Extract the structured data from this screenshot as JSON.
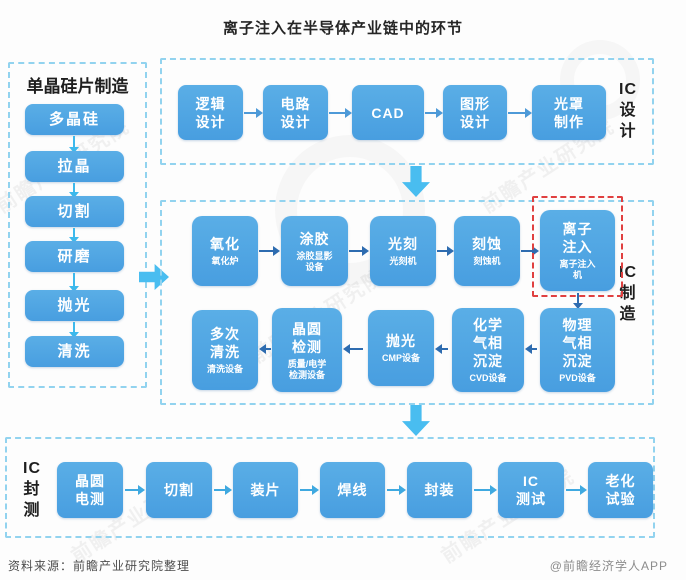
{
  "title": "离子注入在半导体产业链中的环节",
  "watermark": "前瞻产业研究院",
  "colors": {
    "box_blue": "#4da3e2",
    "section_border": "#92d3ef",
    "highlight_red": "#e04040",
    "block_arrow": "#49bdf0"
  },
  "sections": {
    "wafer": {
      "label": "单晶硅片制造",
      "steps": [
        "多晶硅",
        "拉晶",
        "切割",
        "研磨",
        "抛光",
        "清洗"
      ]
    },
    "design": {
      "label": "IC\n设\n计",
      "steps": [
        "逻辑\n设计",
        "电路\n设计",
        "CAD",
        "图形\n设计",
        "光罩\n制作"
      ]
    },
    "manufacturing": {
      "label": "IC\n制\n造",
      "row1": [
        {
          "name": "氧化",
          "equipment": "氧化炉"
        },
        {
          "name": "涂胶",
          "equipment": "涂胶显影\n设备"
        },
        {
          "name": "光刻",
          "equipment": "光刻机"
        },
        {
          "name": "刻蚀",
          "equipment": "刻蚀机"
        },
        {
          "name": "离子\n注入",
          "equipment": "离子注入\n机"
        }
      ],
      "row2": [
        {
          "name": "多次\n清洗",
          "equipment": "清洗设备"
        },
        {
          "name": "晶圆\n检测",
          "equipment": "质量/电学\n检测设备"
        },
        {
          "name": "抛光",
          "equipment": "CMP设备"
        },
        {
          "name": "化学\n气相\n沉淀",
          "equipment": "CVD设备"
        },
        {
          "name": "物理\n气相\n沉淀",
          "equipment": "PVD设备"
        }
      ]
    },
    "packaging": {
      "label": "IC\n封\n测",
      "steps": [
        "晶圆\n电测",
        "切割",
        "装片",
        "焊线",
        "封装",
        "IC\n测试",
        "老化\n试验"
      ]
    }
  },
  "footer": {
    "source": "资料来源：前瞻产业研究院整理",
    "credit": "@前瞻经济学人APP"
  }
}
